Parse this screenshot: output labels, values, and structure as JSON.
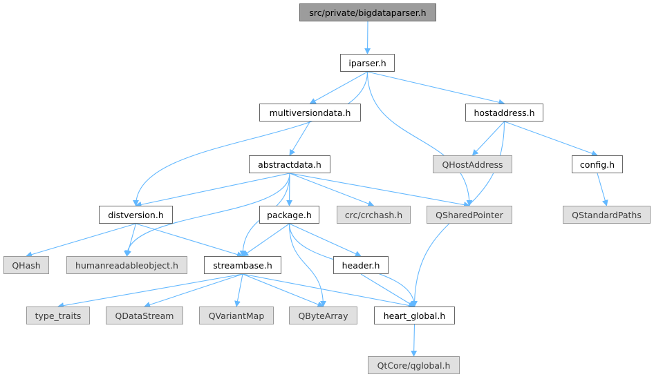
{
  "graph": {
    "root": "bigdataparser",
    "colors": {
      "edge": "#63b8ff",
      "root_fill": "#9c9c9c",
      "local_fill": "#ffffff",
      "external_fill": "#e0e0e0"
    },
    "nodes": {
      "bigdataparser": {
        "label": "src/private/bigdataparser.h",
        "kind": "root"
      },
      "iparser": {
        "label": "iparser.h",
        "kind": "local"
      },
      "multiversiondata": {
        "label": "multiversiondata.h",
        "kind": "local"
      },
      "hostaddress": {
        "label": "hostaddress.h",
        "kind": "local"
      },
      "abstractdata": {
        "label": "abstractdata.h",
        "kind": "local"
      },
      "qhostaddress": {
        "label": "QHostAddress",
        "kind": "external"
      },
      "config": {
        "label": "config.h",
        "kind": "local"
      },
      "distversion": {
        "label": "distversion.h",
        "kind": "local"
      },
      "package": {
        "label": "package.h",
        "kind": "local"
      },
      "crchash": {
        "label": "crc/crchash.h",
        "kind": "external"
      },
      "qsharedpointer": {
        "label": "QSharedPointer",
        "kind": "external"
      },
      "qstandardpaths": {
        "label": "QStandardPaths",
        "kind": "external"
      },
      "qhash": {
        "label": "QHash",
        "kind": "external"
      },
      "humanreadable": {
        "label": "humanreadableobject.h",
        "kind": "external"
      },
      "streambase": {
        "label": "streambase.h",
        "kind": "local"
      },
      "header": {
        "label": "header.h",
        "kind": "local"
      },
      "typetraits": {
        "label": "type_traits",
        "kind": "external"
      },
      "qdatastream": {
        "label": "QDataStream",
        "kind": "external"
      },
      "qvariantmap": {
        "label": "QVariantMap",
        "kind": "external"
      },
      "qbytearray": {
        "label": "QByteArray",
        "kind": "external"
      },
      "heartglobal": {
        "label": "heart_global.h",
        "kind": "local"
      },
      "qglobal": {
        "label": "QtCore/qglobal.h",
        "kind": "external"
      }
    },
    "edges": [
      [
        "bigdataparser",
        "iparser"
      ],
      [
        "iparser",
        "distversion"
      ],
      [
        "iparser",
        "multiversiondata"
      ],
      [
        "iparser",
        "qsharedpointer"
      ],
      [
        "iparser",
        "hostaddress"
      ],
      [
        "multiversiondata",
        "abstractdata"
      ],
      [
        "hostaddress",
        "qhostaddress"
      ],
      [
        "hostaddress",
        "config"
      ],
      [
        "hostaddress",
        "heartglobal"
      ],
      [
        "config",
        "qstandardpaths"
      ],
      [
        "abstractdata",
        "distversion"
      ],
      [
        "abstractdata",
        "humanreadable"
      ],
      [
        "abstractdata",
        "streambase"
      ],
      [
        "abstractdata",
        "package"
      ],
      [
        "abstractdata",
        "crchash"
      ],
      [
        "abstractdata",
        "qsharedpointer"
      ],
      [
        "distversion",
        "qhash"
      ],
      [
        "distversion",
        "humanreadable"
      ],
      [
        "distversion",
        "streambase"
      ],
      [
        "package",
        "streambase"
      ],
      [
        "package",
        "header"
      ],
      [
        "package",
        "qbytearray"
      ],
      [
        "package",
        "heartglobal"
      ],
      [
        "streambase",
        "typetraits"
      ],
      [
        "streambase",
        "qdatastream"
      ],
      [
        "streambase",
        "qvariantmap"
      ],
      [
        "streambase",
        "qbytearray"
      ],
      [
        "streambase",
        "heartglobal"
      ],
      [
        "header",
        "heartglobal"
      ],
      [
        "heartglobal",
        "qglobal"
      ]
    ]
  }
}
